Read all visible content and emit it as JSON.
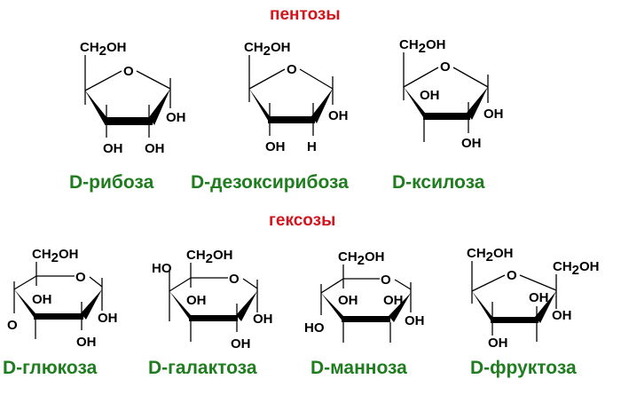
{
  "sections": {
    "pentoses": {
      "title": "пентозы",
      "color": "#d4141c"
    },
    "hexoses": {
      "title": "гексозы",
      "color": "#d4141c"
    }
  },
  "label_color": "#1f7d1f",
  "molecules": {
    "ribose": {
      "name": "D-рибоза",
      "ring": "furanose",
      "groups": {
        "top": "CH2OH",
        "ring_o": "O",
        "c1": "OH",
        "c2": "OH",
        "c3": "OH"
      }
    },
    "deoxyribose": {
      "name": "D-дезоксирибоза",
      "ring": "furanose",
      "groups": {
        "top": "CH2OH",
        "ring_o": "O",
        "c1": "OH",
        "c2": "H",
        "c3": "OH"
      }
    },
    "xylose": {
      "name": "D-ксилоза",
      "ring": "furanose",
      "groups": {
        "top": "CH2OH",
        "ring_o": "O",
        "c1": "OH",
        "c2": "OH",
        "c3_up": "OH"
      }
    },
    "glucose": {
      "name": "D-глюкоза",
      "ring": "pyranose",
      "groups": {
        "top": "CH2OH",
        "ring_o": "O",
        "c1": "OH",
        "c2": "OH",
        "c3_up": "OH",
        "c4": "O"
      }
    },
    "galactose": {
      "name": "D-галактоза",
      "ring": "pyranose",
      "groups": {
        "top": "CH2OH",
        "ring_o": "O",
        "c4_up": "HO",
        "c3_up": "OH",
        "c1": "OH",
        "c2": "OH"
      }
    },
    "mannose": {
      "name": "D-манноза",
      "ring": "pyranose",
      "groups": {
        "top": "CH2OH",
        "ring_o": "O",
        "c3_up": "OH",
        "c2_up": "OH",
        "c1": "OH",
        "c4": "HO"
      }
    },
    "fructose": {
      "name": "D-фруктоза",
      "ring": "furanose",
      "groups": {
        "top_left": "CH2OH",
        "ring_o": "O",
        "top_right": "CH2OH",
        "c3_up": "OH",
        "c2": "OH",
        "c4": "OH"
      }
    }
  },
  "text": {
    "CH": "CH",
    "sub2": "2",
    "OH": "OH",
    "HO": "HO",
    "H": "H",
    "O": "O"
  }
}
